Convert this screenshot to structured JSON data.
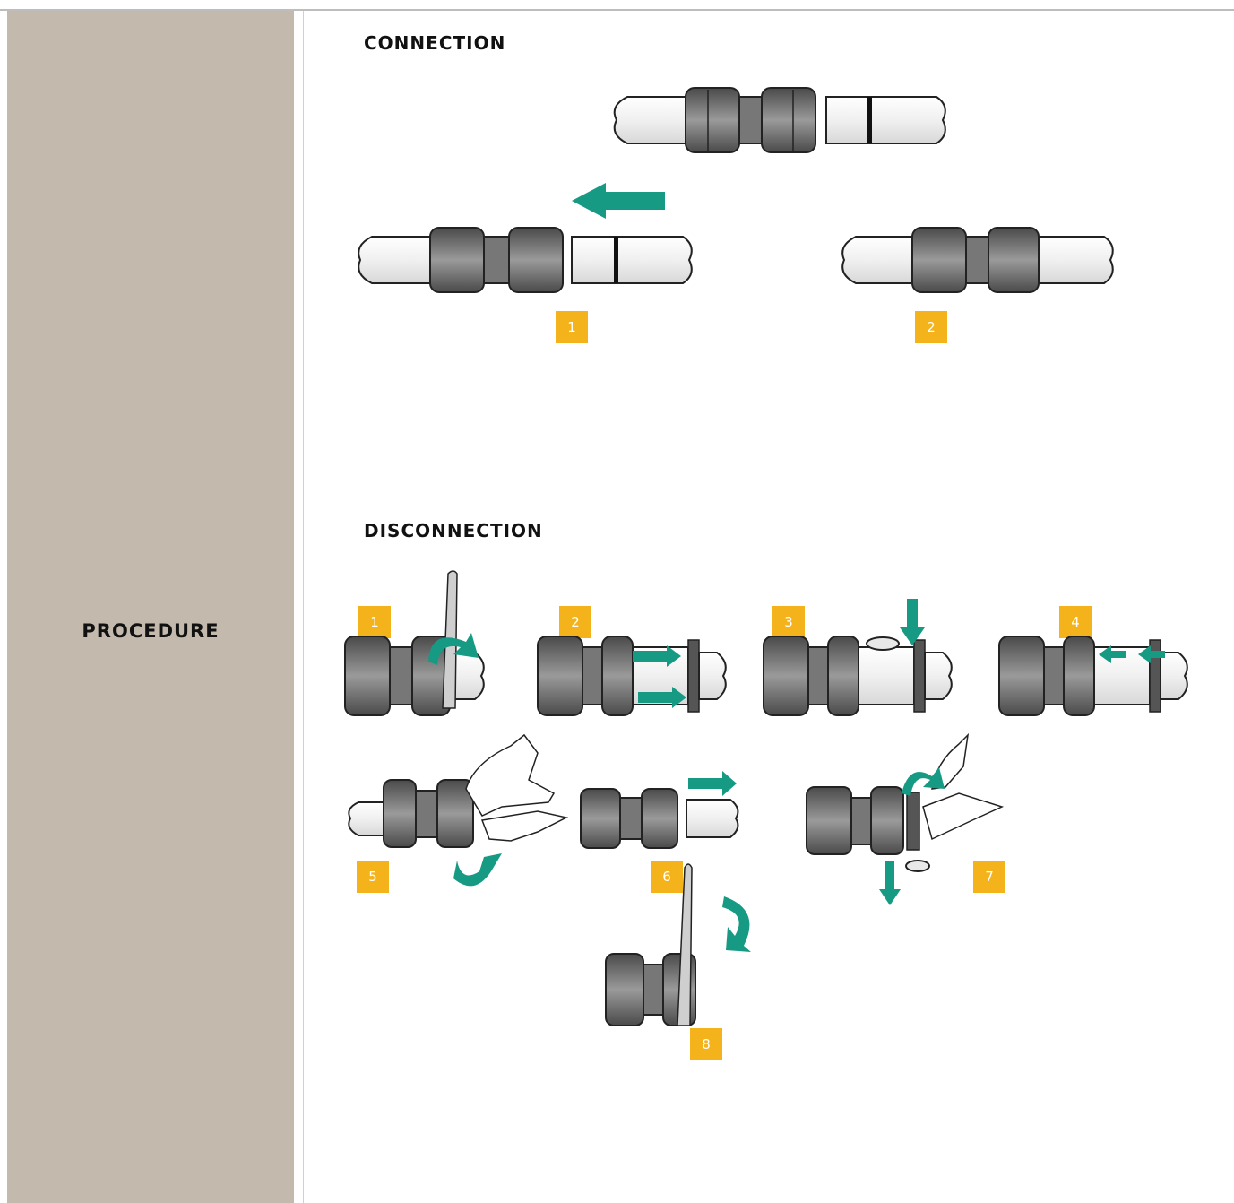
{
  "sidebar": {
    "label": "PROCEDURE"
  },
  "sections": {
    "connection": {
      "title": "CONNECTION",
      "steps": [
        "1",
        "2"
      ]
    },
    "disconnection": {
      "title": "DISCONNECTION",
      "steps": [
        "1",
        "2",
        "3",
        "4",
        "5",
        "6",
        "7",
        "8"
      ]
    }
  },
  "colors": {
    "sidebar": "#c3b9ad",
    "badge": "#f4b31a",
    "arrow": "#179a84",
    "fitting": "#6f6f6f",
    "pipe": "#f2f2f2"
  }
}
